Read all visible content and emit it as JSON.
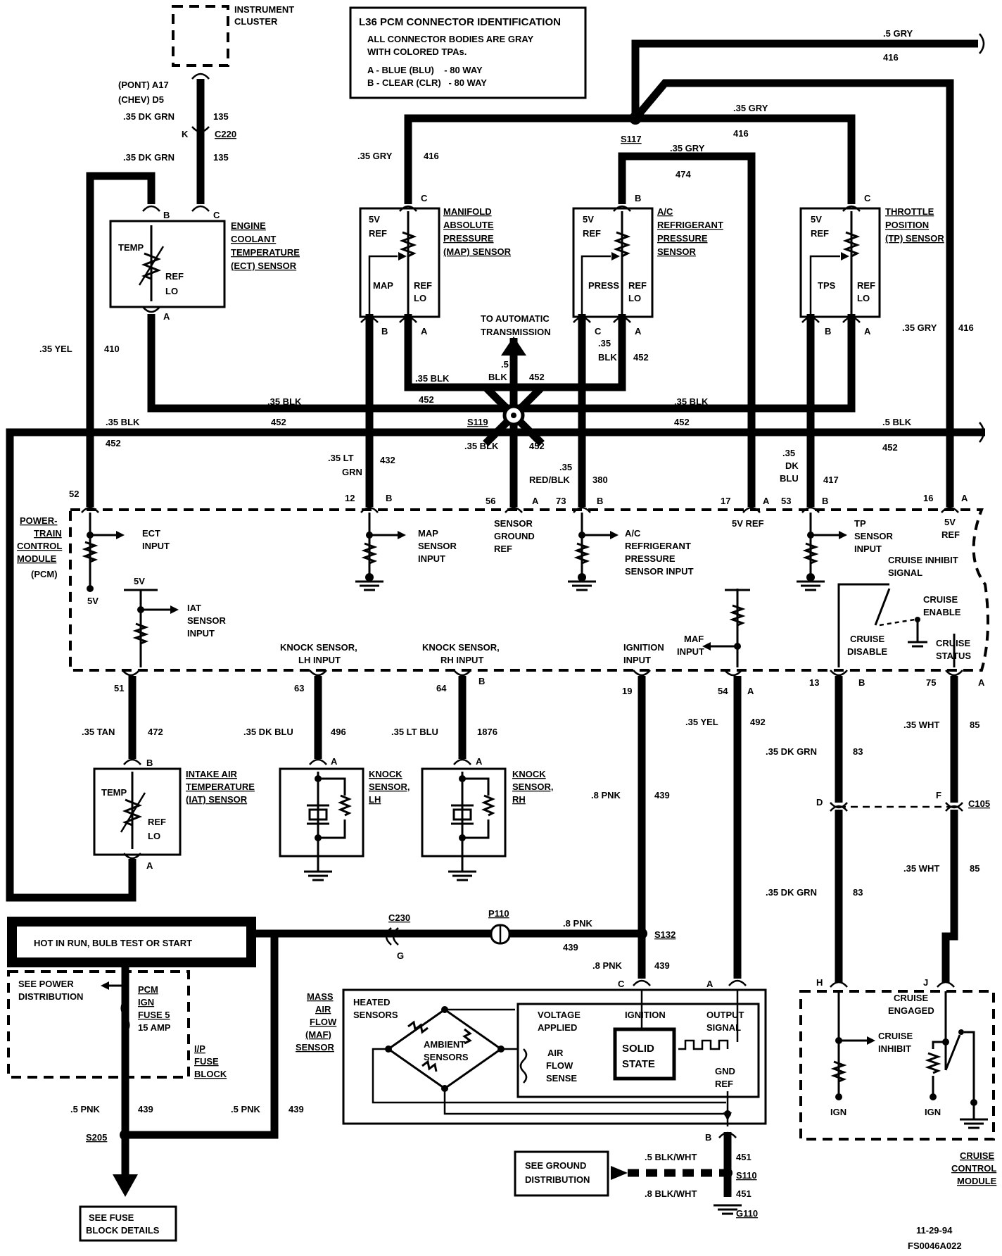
{
  "title_box": {
    "line1": "L36 PCM CONNECTOR IDENTIFICATION",
    "line2": "ALL CONNECTOR BODIES ARE GRAY",
    "line3": "WITH COLORED TPAs.",
    "line4": "A - BLUE (BLU)    - 80 WAY",
    "line5": "B - CLEAR (CLR)   - 80 WAY"
  },
  "instrument_cluster": {
    "l1": "INSTRUMENT",
    "l2": "CLUSTER",
    "pont": "(PONT) A17",
    "chev": "(CHEV) D5"
  },
  "ect": {
    "w1": ".35 DK GRN",
    "n1": "135",
    "k": "K",
    "conn": "C220",
    "w2": ".35 DK GRN",
    "n2": "135",
    "l1": "ENGINE",
    "l2": "COOLANT",
    "l3": "TEMPERATURE",
    "l4": "(ECT) SENSOR",
    "temp": "TEMP",
    "ref": "REF",
    "lo": "LO",
    "b": "B",
    "c": "C",
    "a": "A"
  },
  "map": {
    "l1": "MANIFOLD",
    "l2": "ABSOLUTE",
    "l3": "PRESSURE",
    "l4": "(MAP) SENSOR",
    "ref5": "5V",
    "refw": "REF",
    "sig": "MAP",
    "ref": "REF",
    "lo": "LO",
    "c": "C",
    "b": "B",
    "a": "A"
  },
  "ac": {
    "l1": "A/C",
    "l2": "REFRIGERANT",
    "l3": "PRESSURE",
    "l4": "SENSOR",
    "ref5": "5V",
    "refw": "REF",
    "sig": "PRESS",
    "ref": "REF",
    "lo": "LO",
    "b": "B",
    "c": "C",
    "a": "A"
  },
  "tp": {
    "l1": "THROTTLE",
    "l2": "POSITION",
    "l3": "(TP) SENSOR",
    "ref5": "5V",
    "refw": "REF",
    "sig": "TPS",
    "ref": "REF",
    "lo": "LO",
    "c": "C",
    "b": "B",
    "a": "A"
  },
  "wires": {
    "gry5": ".5 GRY",
    "n416a": "416",
    "gry35a": ".35 GRY",
    "n416b": "416",
    "gry35b": ".35 GRY",
    "n416c": "416",
    "gry35c": ".35 GRY",
    "n474": "474",
    "s117": "S117",
    "yel": ".35 YEL",
    "n410": "410",
    "gry35d": ".35 GRY",
    "n416d": "416",
    "blk35a": ".35 BLK",
    "n452a": "452",
    "blk35b": ".35 BLK",
    "n452b": "452",
    "blk35c": ".35 BLK",
    "n452c": "452",
    "blk35d": ".35 BLK",
    "n452d": "452",
    "blk5": ".5 BLK",
    "n452e": "452",
    "blk35e": ".35",
    "blk35e2": "BLK",
    "n452f": "452",
    "blk5b": ".5",
    "blk5b2": "BLK",
    "n452g": "452",
    "s119": "S119",
    "blk35f": ".35 BLK",
    "n452h": "452",
    "auto1": "TO AUTOMATIC",
    "auto2": "TRANSMISSION",
    "ltgrn1": ".35 LT",
    "ltgrn2": "GRN",
    "n432": "432",
    "redblk1": ".35",
    "redblk2": "RED/BLK",
    "n380": "380",
    "dkblu1": ".35",
    "dkblu2": "DK",
    "dkblu3": "BLU",
    "n417": "417",
    "blk35g": ".35 BLK",
    "n452i": "452",
    "blk5c": ".5 BLK",
    "n452j": "452"
  },
  "pcm": {
    "l1": "POWER-",
    "l2": "TRAIN",
    "l3": "CONTROL",
    "l4": "MODULE",
    "l5": "(PCM)",
    "p52": "52",
    "p12": "12",
    "b12": "B",
    "p56": "56",
    "a56": "A",
    "p73": "73",
    "b73": "B",
    "p17": "17",
    "a17": "A",
    "p53": "53",
    "b53": "B",
    "p16": "16",
    "a16": "A",
    "ect1": "ECT",
    "ect2": "INPUT",
    "map1": "MAP",
    "map2": "SENSOR",
    "map3": "INPUT",
    "sg1": "SENSOR",
    "sg2": "GROUND",
    "sg3": "REF",
    "acp1": "A/C",
    "acp2": "REFRIGERANT",
    "acp3": "PRESSURE",
    "acp4": "SENSOR INPUT",
    "vref": "5V REF",
    "tps1": "TP",
    "tps2": "SENSOR",
    "tps3": "INPUT",
    "vref16a": "5V",
    "vref16b": "REF",
    "ci1": "CRUISE INHIBIT",
    "ci2": "SIGNAL",
    "ce1": "CRUISE",
    "ce2": "ENABLE",
    "cd1": "CRUISE",
    "cd2": "DISABLE",
    "cs1": "CRUISE",
    "cs2": "STATUS",
    "v5a": "5V",
    "v5b": "5V",
    "iat1": "IAT",
    "iat2": "SENSOR",
    "iat3": "INPUT",
    "kl1": "KNOCK SENSOR,",
    "kl2": "LH INPUT",
    "kr1": "KNOCK SENSOR,",
    "kr2": "RH INPUT",
    "ig1": "IGNITION",
    "ig2": "INPUT",
    "maf1": "MAF",
    "maf2": "INPUT",
    "p51": "51",
    "p63": "63",
    "p64": "64",
    "b64": "B",
    "p19": "19",
    "p54": "54",
    "a54": "A",
    "p13": "13",
    "b13": "B",
    "p75": "75",
    "a75": "A"
  },
  "lower": {
    "tan": ".35 TAN",
    "n472": "472",
    "dkblu": ".35 DK BLU",
    "n496": "496",
    "ltblu": ".35 LT BLU",
    "n1876": "1876",
    "pnk8": ".8 PNK",
    "n439a": "439",
    "yel35": ".35 YEL",
    "n492": "492",
    "dkgrn1": ".35 DK GRN",
    "n83a": "83",
    "wht1": ".35 WHT",
    "n85a": "85",
    "d": "D",
    "f": "F",
    "c105": "C105",
    "dkgrn2": ".35 DK GRN",
    "n83b": "83",
    "wht2": ".35 WHT",
    "n85b": "85",
    "iat_l1": "INTAKE AIR",
    "iat_l2": "TEMPERATURE",
    "iat_l3": "(IAT) SENSOR",
    "iat_temp": "TEMP",
    "iat_ref": "REF",
    "iat_lo": "LO",
    "iat_b": "B",
    "iat_a": "A",
    "kslh1": "KNOCK",
    "kslh2": "SENSOR,",
    "kslh3": "LH",
    "kslh_a": "A",
    "ksrh1": "KNOCK",
    "ksrh2": "SENSOR,",
    "ksrh3": "RH",
    "ksrh_a": "A"
  },
  "fuse": {
    "hot": "HOT IN RUN, BULB TEST OR START",
    "spd1": "SEE POWER",
    "spd2": "DISTRIBUTION",
    "f1": "PCM",
    "f2": "IGN",
    "f3": "FUSE 5",
    "f4": "15 AMP",
    "ip1": "I/P",
    "ip2": "FUSE",
    "ip3": "BLOCK",
    "pnk5a": ".5 PNK",
    "n439b": "439",
    "pnk5b": ".5 PNK",
    "n439c": "439",
    "s205": "S205",
    "sfb1": "SEE FUSE",
    "sfb2": "BLOCK DETAILS",
    "c230": "C230",
    "g": "G",
    "p110": "P110",
    "pnk8b": ".8 PNK",
    "n439d": "439",
    "s132": "S132",
    "pnk8c": ".8 PNK",
    "n439e": "439"
  },
  "maf": {
    "l1": "MASS",
    "l2": "AIR",
    "l3": "FLOW",
    "l4": "(MAF)",
    "l5": "SENSOR",
    "heated1": "HEATED",
    "heated2": "SENSORS",
    "amb1": "AMBIENT",
    "amb2": "SENSORS",
    "va1": "VOLTAGE",
    "va2": "APPLIED",
    "afs1": "AIR",
    "afs2": "FLOW",
    "afs3": "SENSE",
    "ign": "IGNITION",
    "ss1": "SOLID",
    "ss2": "STATE",
    "os1": "OUTPUT",
    "os2": "SIGNAL",
    "gr1": "GND",
    "gr2": "REF",
    "c": "C",
    "a": "A",
    "b": "B",
    "sgd1": "SEE GROUND",
    "sgd2": "DISTRIBUTION",
    "bw1": ".5 BLK/WHT",
    "n451a": "451",
    "s110": "S110",
    "bw2": ".8 BLK/WHT",
    "n451b": "451",
    "g110": "G110"
  },
  "cruise": {
    "h": "H",
    "j": "J",
    "ce1": "CRUISE",
    "ce2": "ENGAGED",
    "ci1": "CRUISE",
    "ci2": "INHIBIT",
    "ign1": "IGN",
    "ign2": "IGN",
    "ccm1": "CRUISE",
    "ccm2": "CONTROL",
    "ccm3": "MODULE"
  },
  "footer": {
    "date": "11-29-94",
    "code": "FS0046A022"
  }
}
